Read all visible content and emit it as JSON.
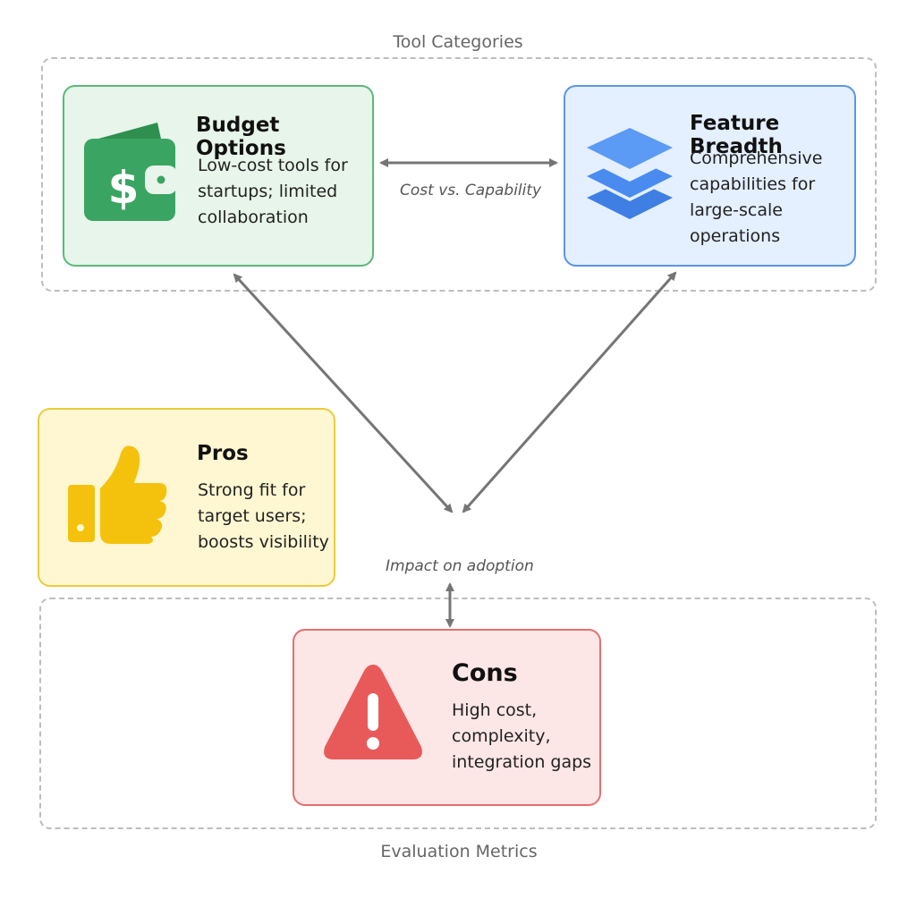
{
  "groups": {
    "tool_categories": "Tool Categories",
    "evaluation_metrics": "Evaluation Metrics"
  },
  "cards": {
    "budget": {
      "title": "Budget Options",
      "lines": [
        "Low-cost tools for",
        "startups; limited",
        "collaboration"
      ],
      "icon": "wallet-dollar-icon",
      "color": "#34a65a"
    },
    "feature": {
      "title": "Feature Breadth",
      "lines": [
        "Comprehensive",
        "capabilities for",
        "large-scale",
        "operations"
      ],
      "icon": "layers-stack-icon",
      "color": "#4285f4"
    },
    "pros": {
      "title": "Pros",
      "lines": [
        "Strong fit for",
        "target users;",
        "boosts visibility"
      ],
      "icon": "thumbs-up-icon",
      "color": "#f4c20d"
    },
    "cons": {
      "title": "Cons",
      "lines": [
        "High cost,",
        "complexity,",
        "integration gaps"
      ],
      "icon": "warning-triangle-icon",
      "color": "#ea5a5a"
    }
  },
  "edges": {
    "cost_capability": "Cost vs. Capability",
    "impact_adoption": "Impact on adoption"
  }
}
